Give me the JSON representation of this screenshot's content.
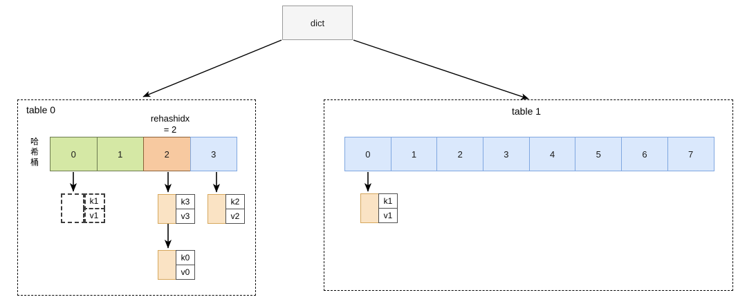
{
  "diagram": {
    "title": "dict",
    "root": {
      "label": "dict"
    },
    "tables": [
      {
        "id": "table0",
        "label": "table 0",
        "bucket_caption": "哈希桶",
        "annotation": {
          "name": "rehashidx",
          "value": "= 2"
        },
        "buckets": [
          {
            "index": "0",
            "color": "#d5e8a5",
            "state": "rehashed"
          },
          {
            "index": "1",
            "color": "#d5e8a5",
            "state": "rehashed"
          },
          {
            "index": "2",
            "color": "#f7c9a0",
            "state": "current"
          },
          {
            "index": "3",
            "color": "#dae8fc",
            "state": "pending"
          }
        ],
        "entries": [
          {
            "bucket": "0",
            "key": "k1",
            "value": "v1",
            "style": "dashed"
          },
          {
            "bucket": "2",
            "key": "k3",
            "value": "v3",
            "style": "solid"
          },
          {
            "bucket": "2",
            "key": "k0",
            "value": "v0",
            "style": "solid"
          },
          {
            "bucket": "3",
            "key": "k2",
            "value": "v2",
            "style": "solid"
          }
        ]
      },
      {
        "id": "table1",
        "label": "table 1",
        "buckets": [
          {
            "index": "0",
            "color": "#dae8fc"
          },
          {
            "index": "1",
            "color": "#dae8fc"
          },
          {
            "index": "2",
            "color": "#dae8fc"
          },
          {
            "index": "3",
            "color": "#dae8fc"
          },
          {
            "index": "4",
            "color": "#dae8fc"
          },
          {
            "index": "5",
            "color": "#dae8fc"
          },
          {
            "index": "6",
            "color": "#dae8fc"
          },
          {
            "index": "7",
            "color": "#dae8fc"
          }
        ],
        "entries": [
          {
            "bucket": "0",
            "key": "k1",
            "value": "v1",
            "style": "solid"
          }
        ]
      }
    ],
    "colors": {
      "green": "#d5e8a5",
      "orange": "#f7c9a0",
      "blue": "#dae8fc",
      "node_pad": "#fae3c4",
      "root_fill": "#f5f5f5",
      "stroke": "#000000"
    }
  }
}
